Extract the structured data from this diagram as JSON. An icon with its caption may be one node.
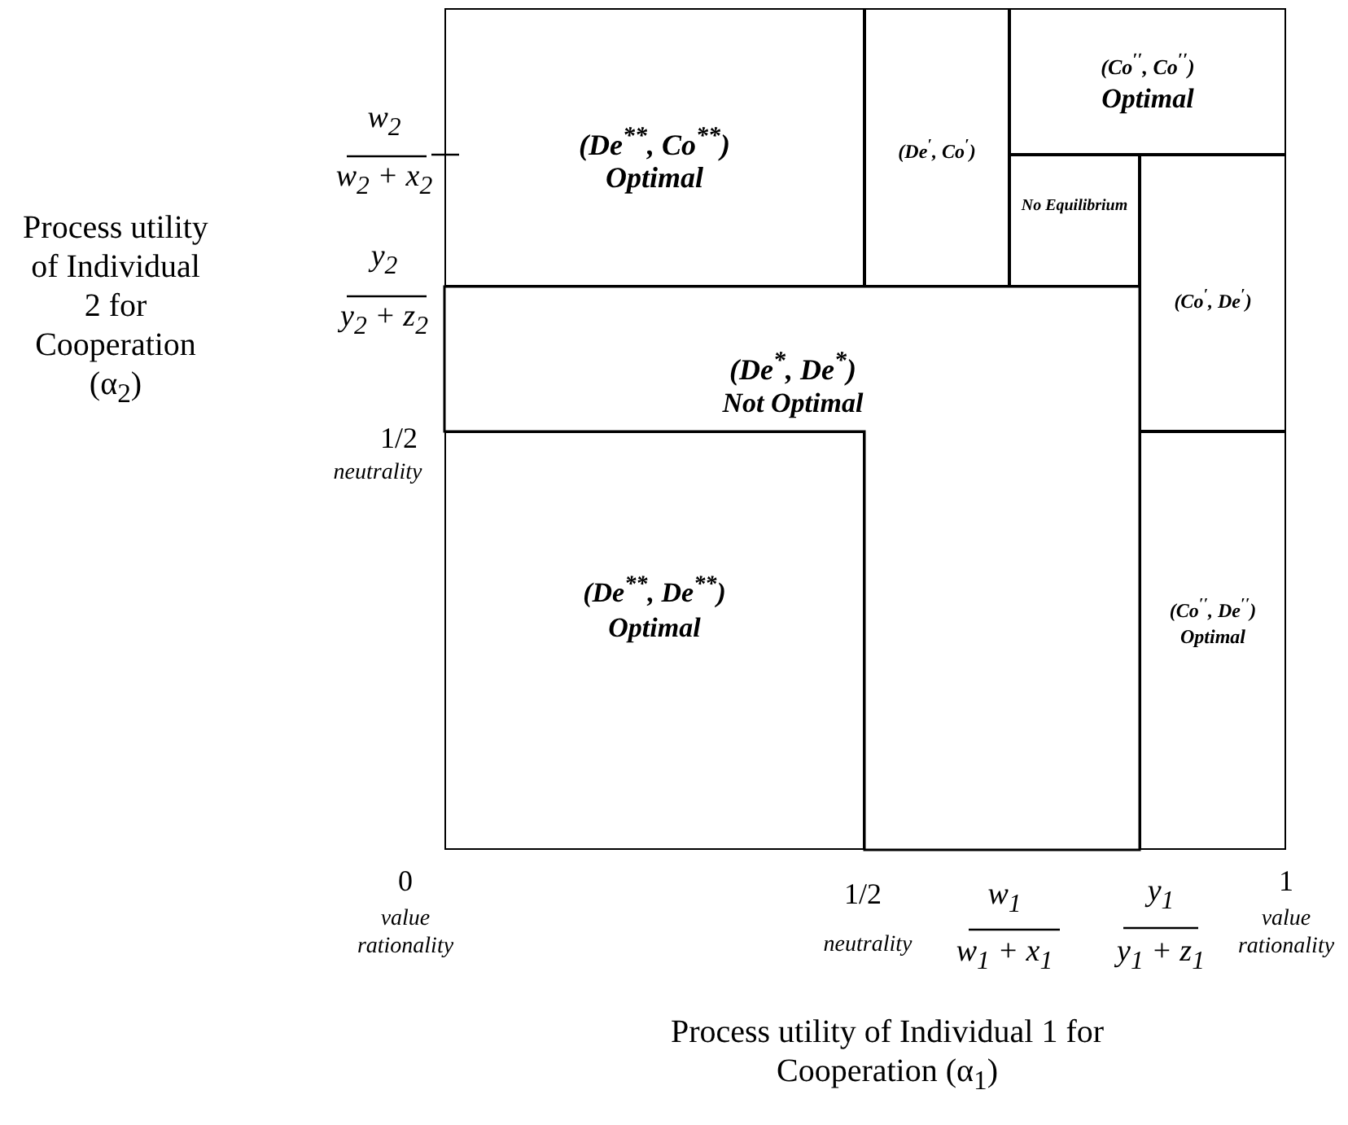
{
  "diagram": {
    "nodes": [
      {
        "text": [
          "(De$^{**}$, Co$^{**}$)",
          "Optimal"
        ]
      },
      {
        "text": [
          "(De$^{′}$, Co$^{′}$)"
        ]
      },
      {
        "text": [
          "(Co$^{′′}$, Co$^{′′}$)",
          "Optimal"
        ]
      },
      {
        "text": [
          "No Equilibrium"
        ]
      },
      {
        "text": [
          "(Co$^{′}$, De$^{′}$)"
        ]
      },
      {
        "text": [
          "(De$^{*}$, De$^{*}$)",
          "Not Optimal"
        ]
      },
      {
        "text": [
          "(De$^{**}$, De$^{**}$)",
          "Optimal"
        ]
      },
      {
        "text": [
          "(Co$^{′′}$, De$^{′′}$)",
          "Optimal"
        ]
      }
    ],
    "edges": [],
    "labels": [
      "w$_{2}$",
      "w$_{2}$ + x$_{2}$",
      "Process utility of Individual 2 for Cooperation (α$_{2}$)",
      "y$_{2}$",
      "y$_{2}$ + z$_{2}$",
      "1/2",
      "neutrality",
      "0",
      "value rationality",
      "1/2",
      "w$_{1}$",
      "y$_{1}$",
      "1",
      "neutrality",
      "w$_{1}$ + x$_{1}$",
      "y$_{1}$ + z$_{1}$",
      "value rationality",
      "Process utility of Individual 1 for Cooperation (α$_{1}$)"
    ]
  }
}
